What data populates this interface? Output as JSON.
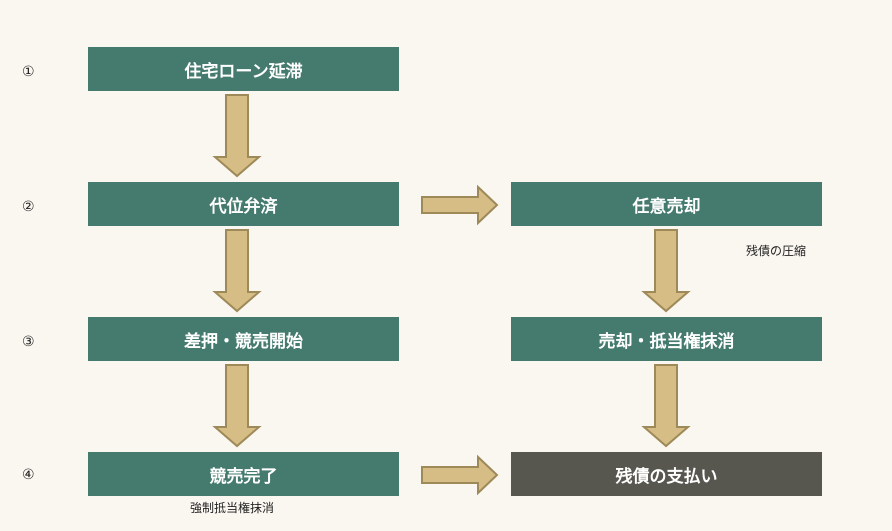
{
  "steps": {
    "s1": "①",
    "s2": "②",
    "s3": "③",
    "s4": "④"
  },
  "boxes": {
    "loan_delinquency": "住宅ローン延滞",
    "subrogation": "代位弁済",
    "seizure_auction_start": "差押・競売開始",
    "auction_complete": "競売完了",
    "voluntary_sale": "任意売却",
    "sale_lien_cancel": "売却・抵当権抹消",
    "residual_debt_payment": "残債の支払い"
  },
  "notes": {
    "residual_compression": "残債の圧縮",
    "forced_lien_cancel": "強制抵当権抹消"
  },
  "colors": {
    "background": "#faf6f0",
    "box": "#457a6e",
    "box_final": "#58574f",
    "arrow_fill": "#d6bd85",
    "arrow_stroke": "#9e8a58"
  }
}
